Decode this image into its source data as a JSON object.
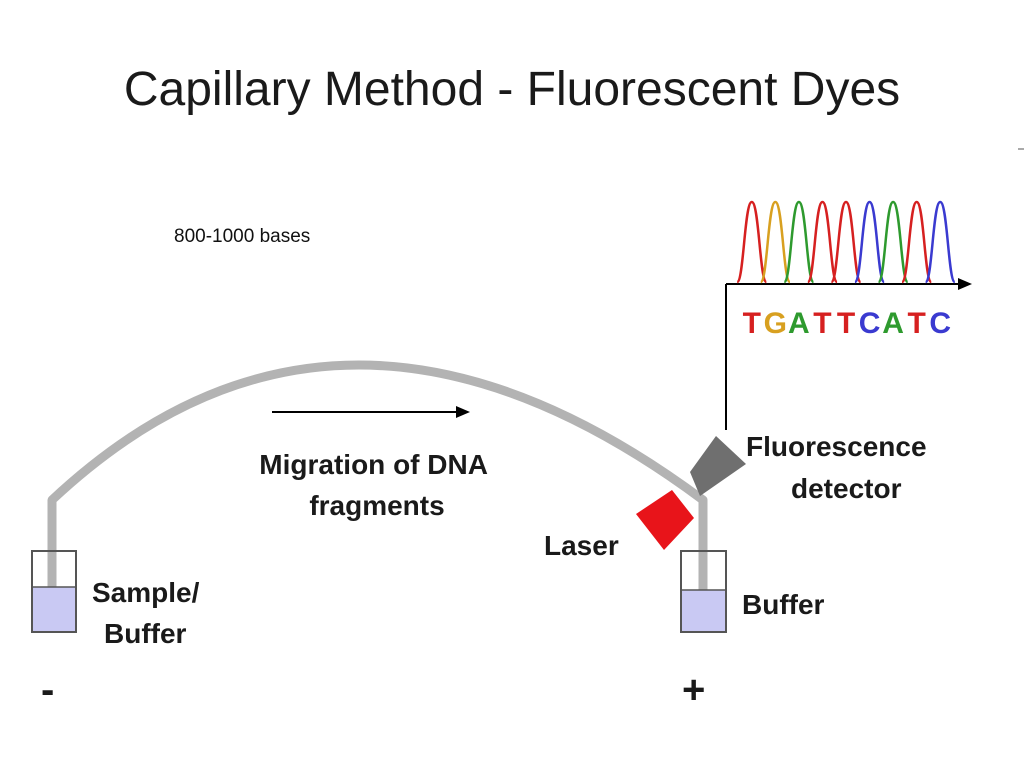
{
  "title": "Capillary Method - Fluorescent Dyes",
  "note": "800-1000 bases",
  "diagram": {
    "migration_label": [
      "Migration of DNA",
      "fragments"
    ],
    "detector_label": [
      "Fluorescence",
      "detector"
    ],
    "laser_label": "Laser",
    "sample_label": [
      "Sample/",
      "Buffer"
    ],
    "buffer_label": "Buffer",
    "negative_sign": "-",
    "positive_sign": "+",
    "sequence": [
      {
        "base": "T",
        "color": "#d62020"
      },
      {
        "base": "G",
        "color": "#d8a020"
      },
      {
        "base": "A",
        "color": "#2e9a2e"
      },
      {
        "base": "T",
        "color": "#d62020"
      },
      {
        "base": "T",
        "color": "#d62020"
      },
      {
        "base": "C",
        "color": "#3a3ad0"
      },
      {
        "base": "A",
        "color": "#2e9a2e"
      },
      {
        "base": "T",
        "color": "#d62020"
      },
      {
        "base": "C",
        "color": "#3a3ad0"
      }
    ],
    "colors": {
      "capillary": "#b3b3b3",
      "buffer_liquid": "#c9c9f3",
      "laser": "#e8141a",
      "detector": "#6f6f6f"
    }
  }
}
